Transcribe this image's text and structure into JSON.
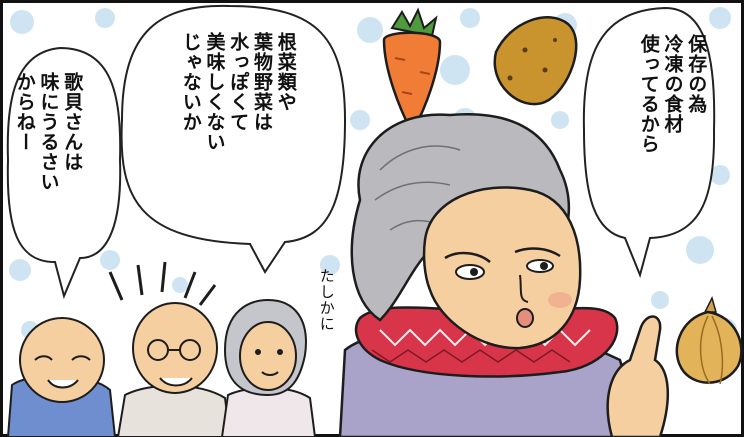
{
  "panel": {
    "speech": {
      "left": "歌貝さんは\n味にうるさい\nからねー",
      "center": "根菜類や\n葉物野菜は\n水っぽくて\n美味しくない\nじゃないか",
      "right": "保存の為\n冷凍の食材\n使ってるから",
      "small": "たしかに"
    },
    "palette": {
      "background_dots": "#cfe4f2",
      "scarf": "#d8344a",
      "sweater": "#a9a2c9",
      "carrot": "#f07c36",
      "potato": "#c9932d",
      "onion": "#e3b35a"
    },
    "icons": [
      "carrot",
      "potato",
      "onion"
    ]
  }
}
